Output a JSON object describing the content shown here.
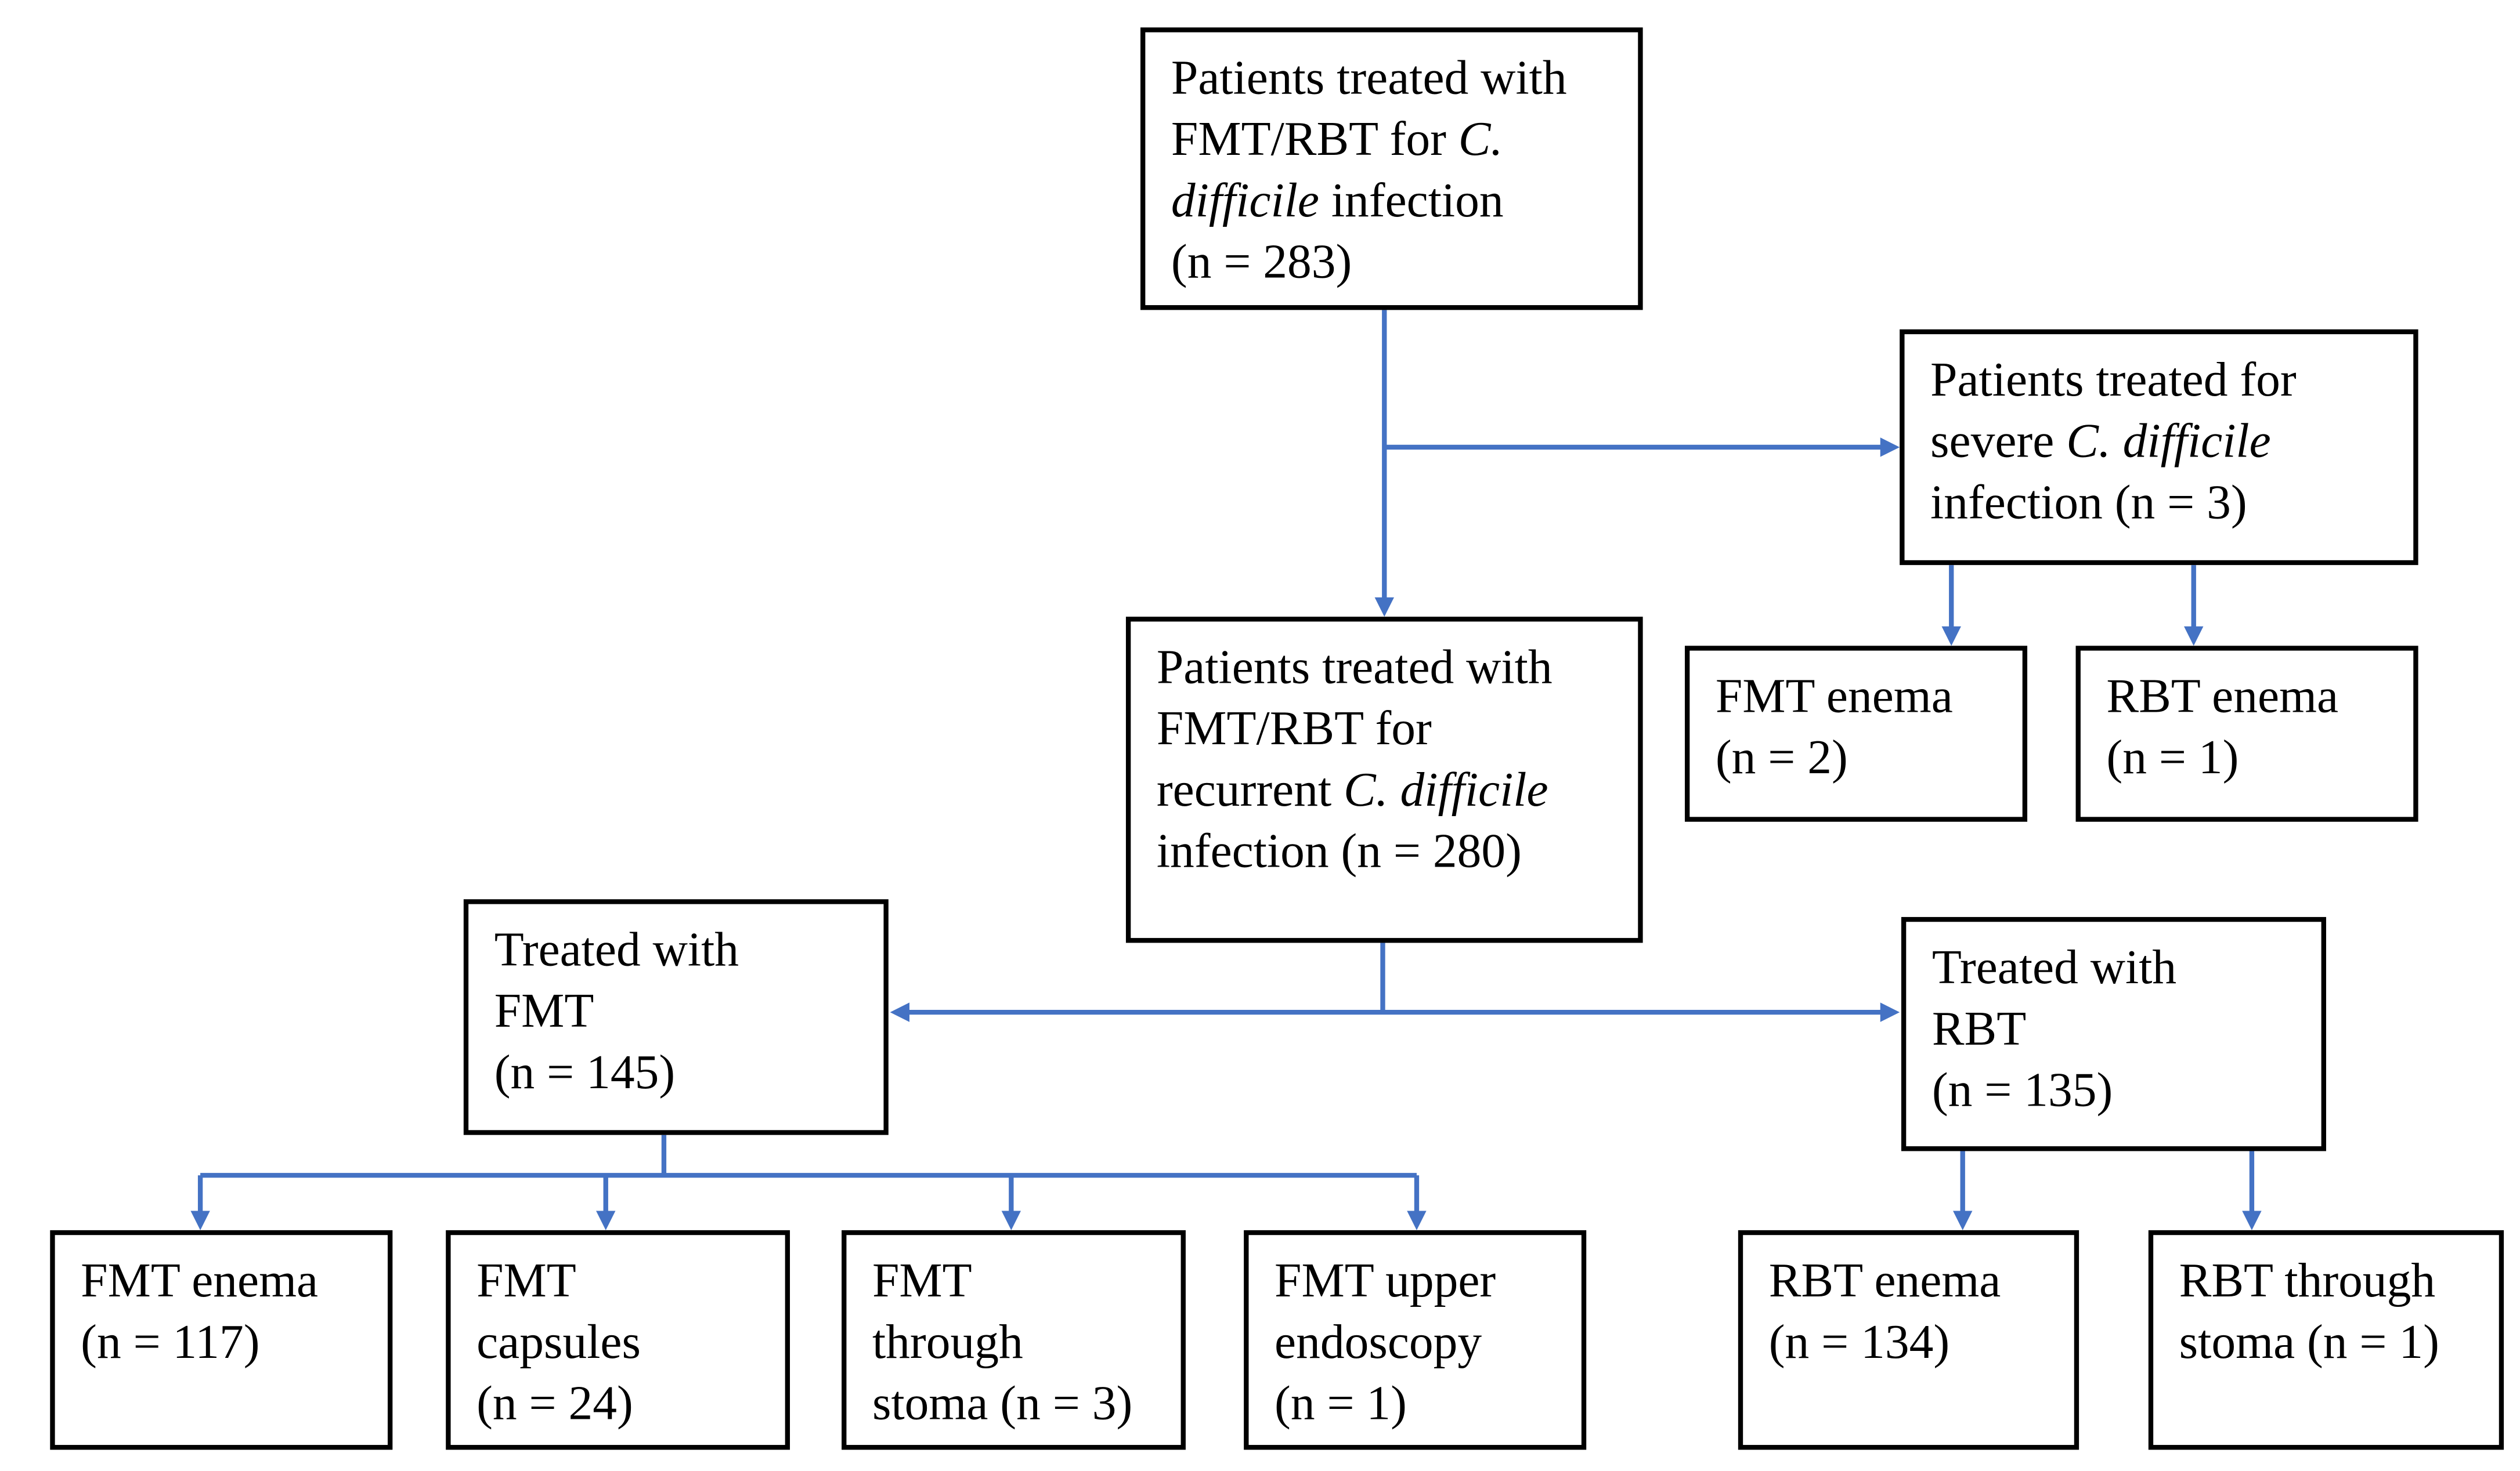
{
  "colors": {
    "arrow": "#4472C4",
    "border": "#000000"
  },
  "boxes": [
    {
      "id": "all-patients",
      "lines": [
        [
          {
            "t": "Patients treated with"
          }
        ],
        [
          {
            "t": "FMT/RBT for "
          },
          {
            "t": "C.",
            "i": true
          }
        ],
        [
          {
            "t": "difficile",
            "i": true
          },
          {
            "t": " infection"
          }
        ],
        [
          {
            "t": "(n = 283)"
          }
        ]
      ]
    },
    {
      "id": "severe",
      "lines": [
        [
          {
            "t": "Patients treated for"
          }
        ],
        [
          {
            "t": "severe "
          },
          {
            "t": "C. difficile",
            "i": true
          }
        ],
        [
          {
            "t": "infection (n = 3)"
          }
        ]
      ]
    },
    {
      "id": "severe-fmt-enema",
      "lines": [
        [
          {
            "t": "FMT enema"
          }
        ],
        [
          {
            "t": "(n = 2)"
          }
        ]
      ]
    },
    {
      "id": "severe-rbt-enema",
      "lines": [
        [
          {
            "t": "RBT enema"
          }
        ],
        [
          {
            "t": "(n = 1)"
          }
        ]
      ]
    },
    {
      "id": "recurrent",
      "lines": [
        [
          {
            "t": "Patients treated with"
          }
        ],
        [
          {
            "t": "FMT/RBT for"
          }
        ],
        [
          {
            "t": "recurrent "
          },
          {
            "t": "C. difficile",
            "i": true
          }
        ],
        [
          {
            "t": "infection (n = 280)"
          }
        ]
      ]
    },
    {
      "id": "treated-fmt",
      "lines": [
        [
          {
            "t": "Treated with"
          }
        ],
        [
          {
            "t": "FMT"
          }
        ],
        [
          {
            "t": "(n = 145)"
          }
        ]
      ]
    },
    {
      "id": "treated-rbt",
      "lines": [
        [
          {
            "t": "Treated with"
          }
        ],
        [
          {
            "t": "RBT"
          }
        ],
        [
          {
            "t": "(n = 135)"
          }
        ]
      ]
    },
    {
      "id": "fmt-enema",
      "lines": [
        [
          {
            "t": "FMT enema"
          }
        ],
        [
          {
            "t": "(n = 117)"
          }
        ]
      ]
    },
    {
      "id": "fmt-capsules",
      "lines": [
        [
          {
            "t": "FMT"
          }
        ],
        [
          {
            "t": "capsules"
          }
        ],
        [
          {
            "t": "(n = 24)"
          }
        ]
      ]
    },
    {
      "id": "fmt-stoma",
      "lines": [
        [
          {
            "t": "FMT"
          }
        ],
        [
          {
            "t": "through"
          }
        ],
        [
          {
            "t": "stoma (n = 3)"
          }
        ]
      ]
    },
    {
      "id": "fmt-upper-endoscopy",
      "lines": [
        [
          {
            "t": "FMT upper"
          }
        ],
        [
          {
            "t": "endoscopy"
          }
        ],
        [
          {
            "t": "(n = 1)"
          }
        ]
      ]
    },
    {
      "id": "rbt-enema",
      "lines": [
        [
          {
            "t": "RBT enema"
          }
        ],
        [
          {
            "t": "(n = 134)"
          }
        ]
      ]
    },
    {
      "id": "rbt-stoma",
      "lines": [
        [
          {
            "t": "RBT through"
          }
        ],
        [
          {
            "t": "stoma (n = 1)"
          }
        ]
      ]
    }
  ]
}
